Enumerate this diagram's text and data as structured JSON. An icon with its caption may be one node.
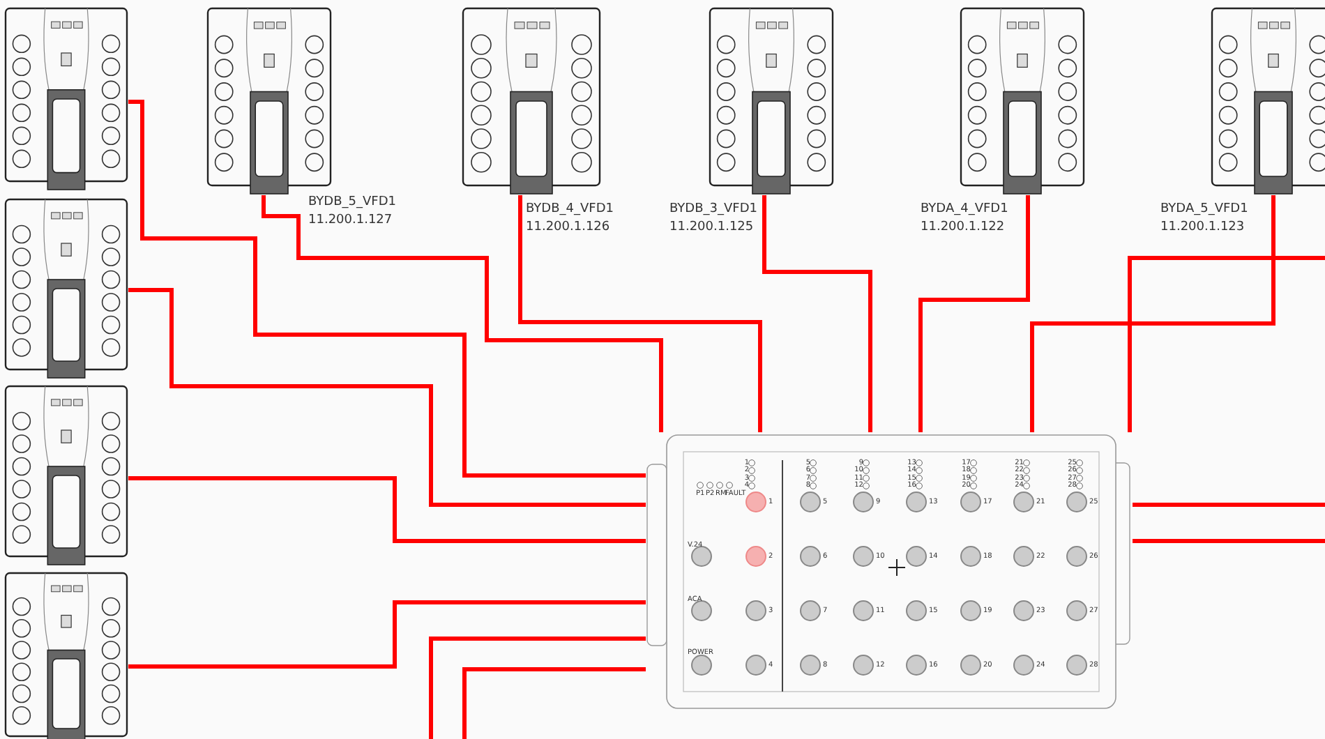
{
  "diagram": {
    "nodes": [
      {
        "text": [],
        "shape": "picture"
      },
      {
        "text": [],
        "shape": "picture",
        "beside": [
          "BYDB_5_VFD1",
          "11.200.1.127"
        ]
      },
      {
        "text": [],
        "shape": "picture",
        "beside": [
          "BYDB_4_VFD1",
          "11.200.1.126"
        ]
      },
      {
        "text": [],
        "shape": "picture",
        "beside": [
          "BYDB_3_VFD1",
          "11.200.1.125"
        ]
      },
      {
        "text": [],
        "shape": "picture",
        "beside": [
          "BYDA_4_VFD1",
          "11.200.1.122"
        ]
      },
      {
        "text": [],
        "shape": "picture",
        "beside": [
          "BYDA_5_VFD1",
          "11.200.1.123"
        ]
      },
      {
        "text": [],
        "shape": "picture"
      },
      {
        "text": [],
        "shape": "picture"
      },
      {
        "text": [],
        "shape": "picture"
      },
      {
        "text": [],
        "shape": "picture"
      }
    ],
    "edges": [
      {
        "from": 0,
        "to": 9,
        "arrow": "none"
      },
      {
        "from": 1,
        "to": 9,
        "arrow": "none"
      },
      {
        "from": 2,
        "to": 9,
        "arrow": "none"
      },
      {
        "from": 3,
        "to": 9,
        "arrow": "none"
      },
      {
        "from": 4,
        "to": 9,
        "arrow": "none"
      },
      {
        "from": 5,
        "to": 9,
        "arrow": "none"
      },
      {
        "from": null,
        "to": 9,
        "arrow": "none"
      },
      {
        "from": 6,
        "to": 9,
        "arrow": "none"
      },
      {
        "from": 7,
        "to": 9,
        "arrow": "none"
      },
      {
        "from": 8,
        "to": 9,
        "arrow": "none"
      },
      {
        "from": null,
        "to": 9,
        "arrow": "none"
      },
      {
        "from": null,
        "to": 9,
        "arrow": "none"
      },
      {
        "from": 9,
        "to": null,
        "arrow": "none"
      },
      {
        "from": 9,
        "to": null,
        "arrow": "none"
      }
    ],
    "labels": [
      "1",
      "2",
      "3",
      "4",
      "5",
      "6",
      "7",
      "8",
      "9",
      "10",
      "11",
      "12",
      "13",
      "14",
      "15",
      "16",
      "17",
      "18",
      "19",
      "20",
      "21",
      "22",
      "23",
      "24",
      "25",
      "26",
      "27",
      "28",
      "P1",
      "P2",
      "RM",
      "FAULT",
      "1",
      "2",
      "3",
      "4",
      "5",
      "6",
      "7",
      "8",
      "9",
      "10",
      "11",
      "12",
      "13",
      "14",
      "15",
      "16",
      "17",
      "18",
      "19",
      "20",
      "21",
      "22",
      "23",
      "24",
      "25",
      "26",
      "27",
      "28",
      "V.24",
      "ACA",
      "POWER"
    ]
  }
}
